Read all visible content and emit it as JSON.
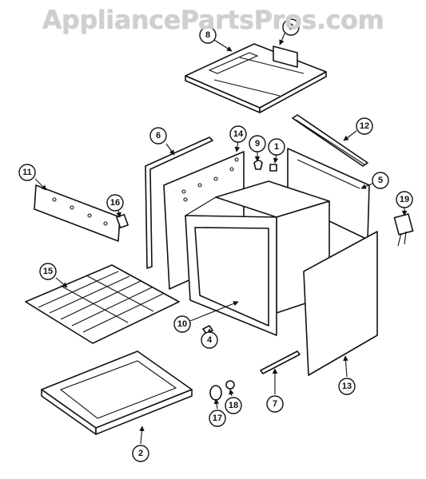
{
  "watermark": "AppliancePartsPros.com",
  "callouts": [
    "8",
    "6",
    "14",
    "9",
    "1",
    "12",
    "11",
    "16",
    "5",
    "19",
    "15",
    "10",
    "4",
    "17",
    "18",
    "7",
    "13",
    "2"
  ]
}
